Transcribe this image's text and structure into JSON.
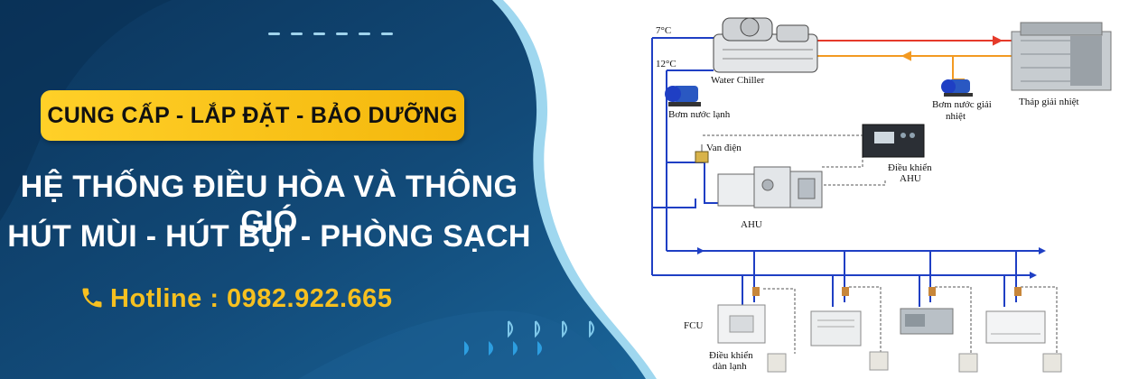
{
  "banner": {
    "tagline": "CUNG CẤP - LẮP ĐẶT - BẢO DƯỠNG",
    "heading_line1": "HỆ THỐNG ĐIỀU HÒA VÀ THÔNG GIÓ",
    "heading_line2": "HÚT MÙI - HÚT BỤI - PHÒNG SẠCH",
    "hotline": "Hotline : 0982.922.665"
  },
  "diagram": {
    "temp_supply": "7°C",
    "temp_return": "12°C",
    "water_chiller": "Water Chiller",
    "cooling_tower": "Tháp giải nhiệt",
    "chilled_pump": "Bơm nước lạnh",
    "cooling_pump_1": "Bơm nước giải",
    "cooling_pump_2": "nhiệt",
    "valve": "Van điện",
    "ahu_control_1": "Điều khiển",
    "ahu_control_2": "AHU",
    "ahu": "AHU",
    "fcu": "FCU",
    "fcu_control_1": "Điều khiển",
    "fcu_control_2": "dàn lạnh"
  },
  "colors": {
    "panel_dark": "#0c3a62",
    "panel_light": "#1d6aa0",
    "tag_bg": "#f9c51c",
    "hotline_text": "#f6c020",
    "pipe_red": "#e53a2a",
    "pipe_orange": "#f39a22",
    "pipe_blue": "#1f3fc4"
  }
}
